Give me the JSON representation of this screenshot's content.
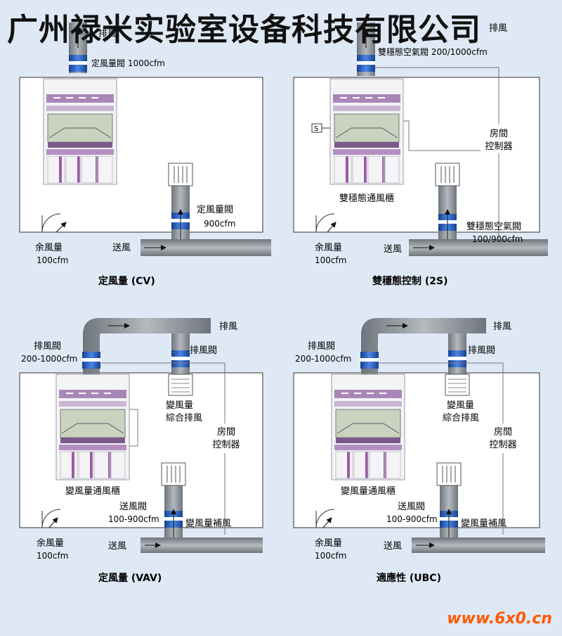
{
  "banner": {
    "text": "广州禄米实验室设备科技有限公司"
  },
  "watermark": {
    "text": "www.6x0.cn"
  },
  "colors": {
    "duct": "#8a8f96",
    "damper": "#2a63c9",
    "sash": "#9b59a8",
    "room_line": "#333333"
  },
  "panels": {
    "cv": {
      "caption": "定風量 (CV)",
      "exhaust_label": "排風",
      "exhaust_damper_label": "定風量閥 1000cfm",
      "supply_damper_label": "定風量閥",
      "supply_damper_value": "900cfm",
      "supply_label": "送風",
      "offset_label": "余風量",
      "offset_value": "100cfm"
    },
    "s2": {
      "caption": "雙穩態控制 (2S)",
      "exhaust_label": "排風",
      "exhaust_damper_label": "雙穩態空氣閥 200/1000cfm",
      "sash_sensor": "S",
      "room_controller": "房間\n控制器",
      "hood_label": "雙穩態通風櫃",
      "supply_damper_label": "雙穩態空氣閥",
      "supply_damper_value": "100/900cfm",
      "supply_label": "送風",
      "offset_label": "余風量",
      "offset_value": "100cfm"
    },
    "vav": {
      "caption": "定風量 (VAV)",
      "exhaust_label": "排風",
      "hood_damper_label": "排風閥",
      "hood_damper_value": "200-1000cfm",
      "general_damper_label": "排風閥",
      "general_exhaust_label": "變風量\n綜合排風",
      "room_controller": "房間\n控制器",
      "hood_label": "變風量通風櫃",
      "supply_damper_label": "送風閥",
      "supply_damper_value": "100-900cfm",
      "makeup_label": "變風量補風",
      "supply_label": "送風",
      "offset_label": "余風量",
      "offset_value": "100cfm"
    },
    "ubc": {
      "caption": "適應性 (UBC)",
      "exhaust_label": "排風",
      "hood_damper_label": "排風閥",
      "hood_damper_value": "200-1000cfm",
      "general_damper_label": "排風閥",
      "general_exhaust_label": "變風量\n綜合排風",
      "room_controller": "房間\n控制器",
      "hood_label": "變風量通風櫃",
      "supply_damper_label": "送風閥",
      "supply_damper_value": "100-900cfm",
      "makeup_label": "變風量補風",
      "supply_label": "送風",
      "offset_label": "余風量",
      "offset_value": "100cfm"
    }
  }
}
